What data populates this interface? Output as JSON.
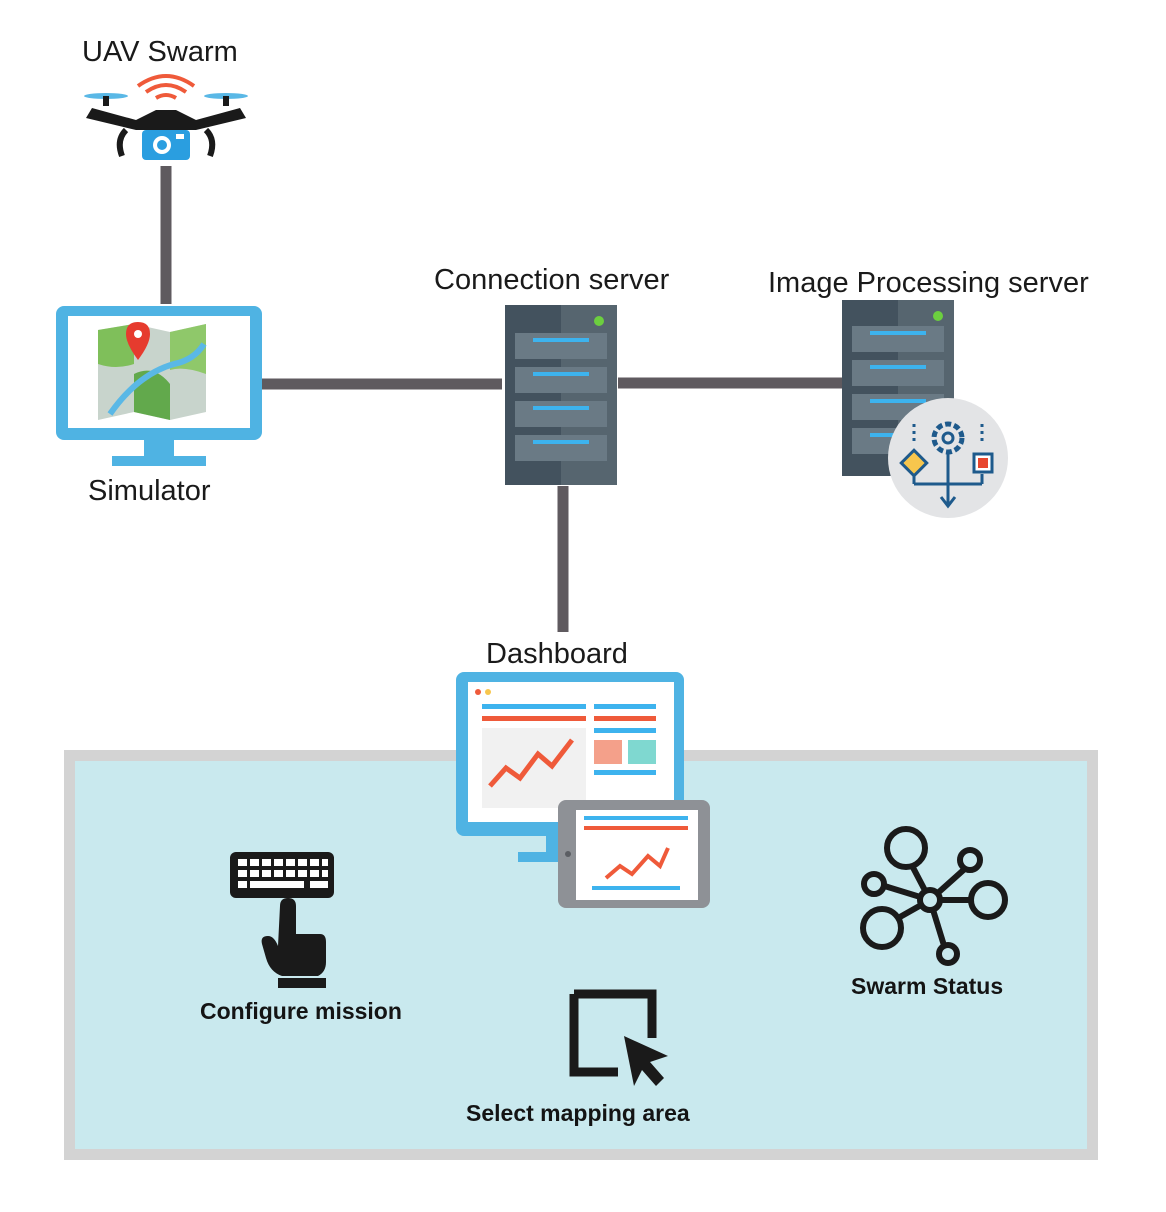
{
  "diagram": {
    "nodes": {
      "uav_swarm": {
        "label": "UAV Swarm",
        "icon": "drone-icon"
      },
      "simulator": {
        "label": "Simulator",
        "icon": "monitor-map-icon"
      },
      "connection_server": {
        "label": "Connection server",
        "icon": "server-rack-icon"
      },
      "image_processing_server": {
        "label": "Image Processing server",
        "icon": "server-processing-icon"
      },
      "dashboard": {
        "label": "Dashboard",
        "icon": "dashboard-devices-icon"
      }
    },
    "edges": [
      {
        "from": "uav_swarm",
        "to": "simulator"
      },
      {
        "from": "simulator",
        "to": "connection_server"
      },
      {
        "from": "connection_server",
        "to": "image_processing_server"
      },
      {
        "from": "connection_server",
        "to": "dashboard"
      }
    ],
    "dashboard_features": {
      "configure_mission": {
        "label": "Configure mission",
        "icon": "keyboard-hand-icon"
      },
      "select_mapping_area": {
        "label": "Select mapping area",
        "icon": "select-area-cursor-icon"
      },
      "swarm_status": {
        "label": "Swarm Status",
        "icon": "network-graph-icon"
      }
    },
    "colors": {
      "connector": "#5f5a5f",
      "panel_fill": "#c9e9ee",
      "panel_border": "#d3d3d3",
      "monitor_blue": "#4fb3e3",
      "server_dark": "#43525e",
      "accent_orange": "#ef5a3a"
    }
  }
}
